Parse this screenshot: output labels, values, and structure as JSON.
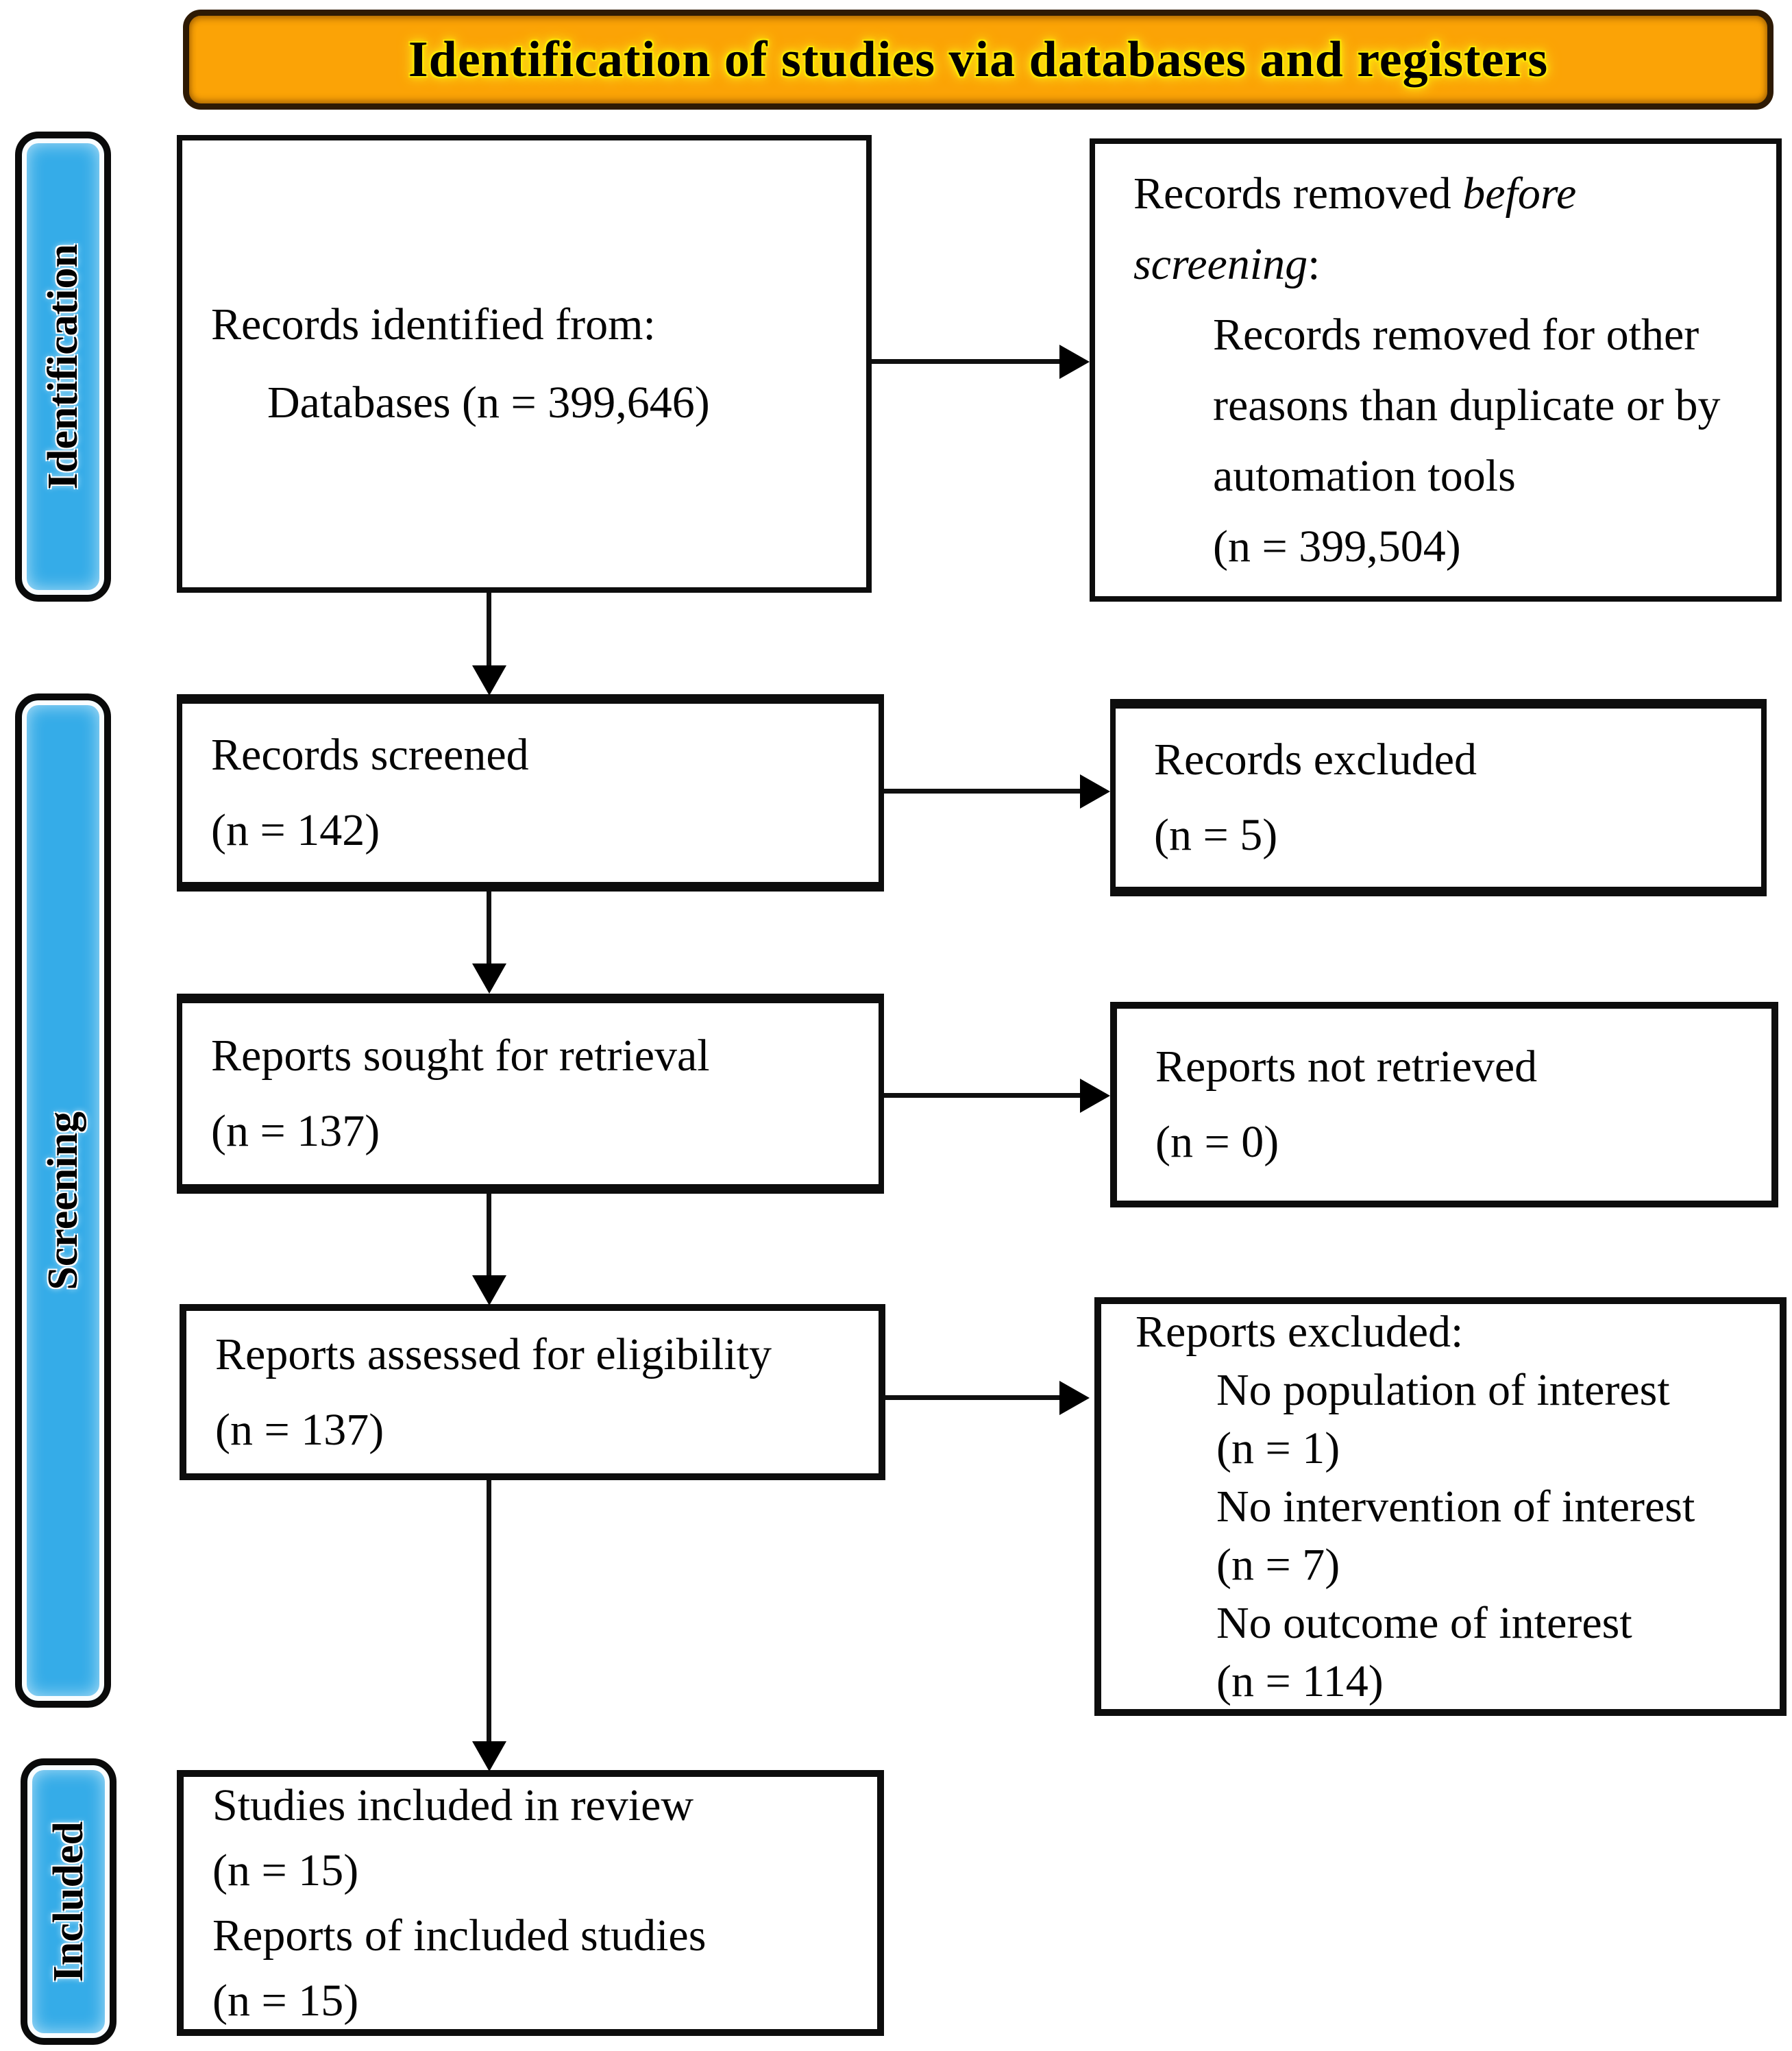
{
  "title": {
    "text": "Identification of studies via databases and registers"
  },
  "stages": [
    {
      "label": "Identification"
    },
    {
      "label": "Screening"
    },
    {
      "label": "Included"
    }
  ],
  "boxes": [
    {
      "name": "records-identified",
      "lines": [
        {
          "segs": [
            {
              "t": "Records identified from:"
            }
          ]
        },
        {
          "ind": true,
          "segs": [
            {
              "t": "Databases (n = 399,646)"
            }
          ]
        }
      ]
    },
    {
      "name": "records-removed-before-screening",
      "lines": [
        {
          "segs": [
            {
              "t": "Records removed "
            },
            {
              "t": "before",
              "i": true
            }
          ]
        },
        {
          "segs": [
            {
              "t": "screening",
              "i": true
            },
            {
              "t": ":"
            }
          ]
        },
        {
          "ind": true,
          "segs": [
            {
              "t": "Records removed for other"
            }
          ]
        },
        {
          "ind": true,
          "segs": [
            {
              "t": "reasons than duplicate or by"
            }
          ]
        },
        {
          "ind": true,
          "segs": [
            {
              "t": "automation tools"
            }
          ]
        },
        {
          "ind": true,
          "segs": [
            {
              "t": "(n = 399,504)"
            }
          ]
        }
      ]
    },
    {
      "name": "records-screened",
      "lines": [
        {
          "segs": [
            {
              "t": "Records screened"
            }
          ]
        },
        {
          "segs": [
            {
              "t": "(n = 142)"
            }
          ]
        }
      ]
    },
    {
      "name": "records-excluded",
      "lines": [
        {
          "segs": [
            {
              "t": "Records excluded"
            }
          ]
        },
        {
          "segs": [
            {
              "t": "(n = 5)"
            }
          ]
        }
      ]
    },
    {
      "name": "reports-sought-retrieval",
      "lines": [
        {
          "segs": [
            {
              "t": "Reports sought for retrieval"
            }
          ]
        },
        {
          "segs": [
            {
              "t": "(n = 137)"
            }
          ]
        }
      ]
    },
    {
      "name": "reports-not-retrieved",
      "lines": [
        {
          "segs": [
            {
              "t": "Reports not retrieved"
            }
          ]
        },
        {
          "segs": [
            {
              "t": "(n = 0)"
            }
          ]
        }
      ]
    },
    {
      "name": "reports-assessed-eligibility",
      "lines": [
        {
          "segs": [
            {
              "t": "Reports assessed for eligibility"
            }
          ]
        },
        {
          "segs": [
            {
              "t": "(n = 137)"
            }
          ]
        }
      ]
    },
    {
      "name": "reports-excluded-reasons",
      "lines": [
        {
          "segs": [
            {
              "t": "Reports excluded:"
            }
          ]
        },
        {
          "ind": true,
          "segs": [
            {
              "t": "No population of interest"
            }
          ]
        },
        {
          "ind": true,
          "segs": [
            {
              "t": "(n = 1)"
            }
          ]
        },
        {
          "ind": true,
          "segs": [
            {
              "t": "No intervention of interest"
            }
          ]
        },
        {
          "ind": true,
          "segs": [
            {
              "t": "(n = 7)"
            }
          ]
        },
        {
          "ind": true,
          "segs": [
            {
              "t": "No outcome of interest"
            }
          ]
        },
        {
          "ind": true,
          "segs": [
            {
              "t": "(n = 114)"
            }
          ]
        }
      ]
    },
    {
      "name": "studies-included",
      "lines": [
        {
          "segs": [
            {
              "t": "Studies included in review"
            }
          ]
        },
        {
          "segs": [
            {
              "t": "(n = 15)"
            }
          ]
        },
        {
          "segs": [
            {
              "t": "Reports of included studies"
            }
          ]
        },
        {
          "segs": [
            {
              "t": "(n = 15)"
            }
          ]
        }
      ]
    }
  ],
  "colors": {
    "banner_bg": "#FBA306",
    "banner_border": "#2E1A04",
    "stage_bg": "#35ACE8",
    "box_border": "#0D0D0D",
    "text": "#000000",
    "title_glow": "#FFE800"
  }
}
